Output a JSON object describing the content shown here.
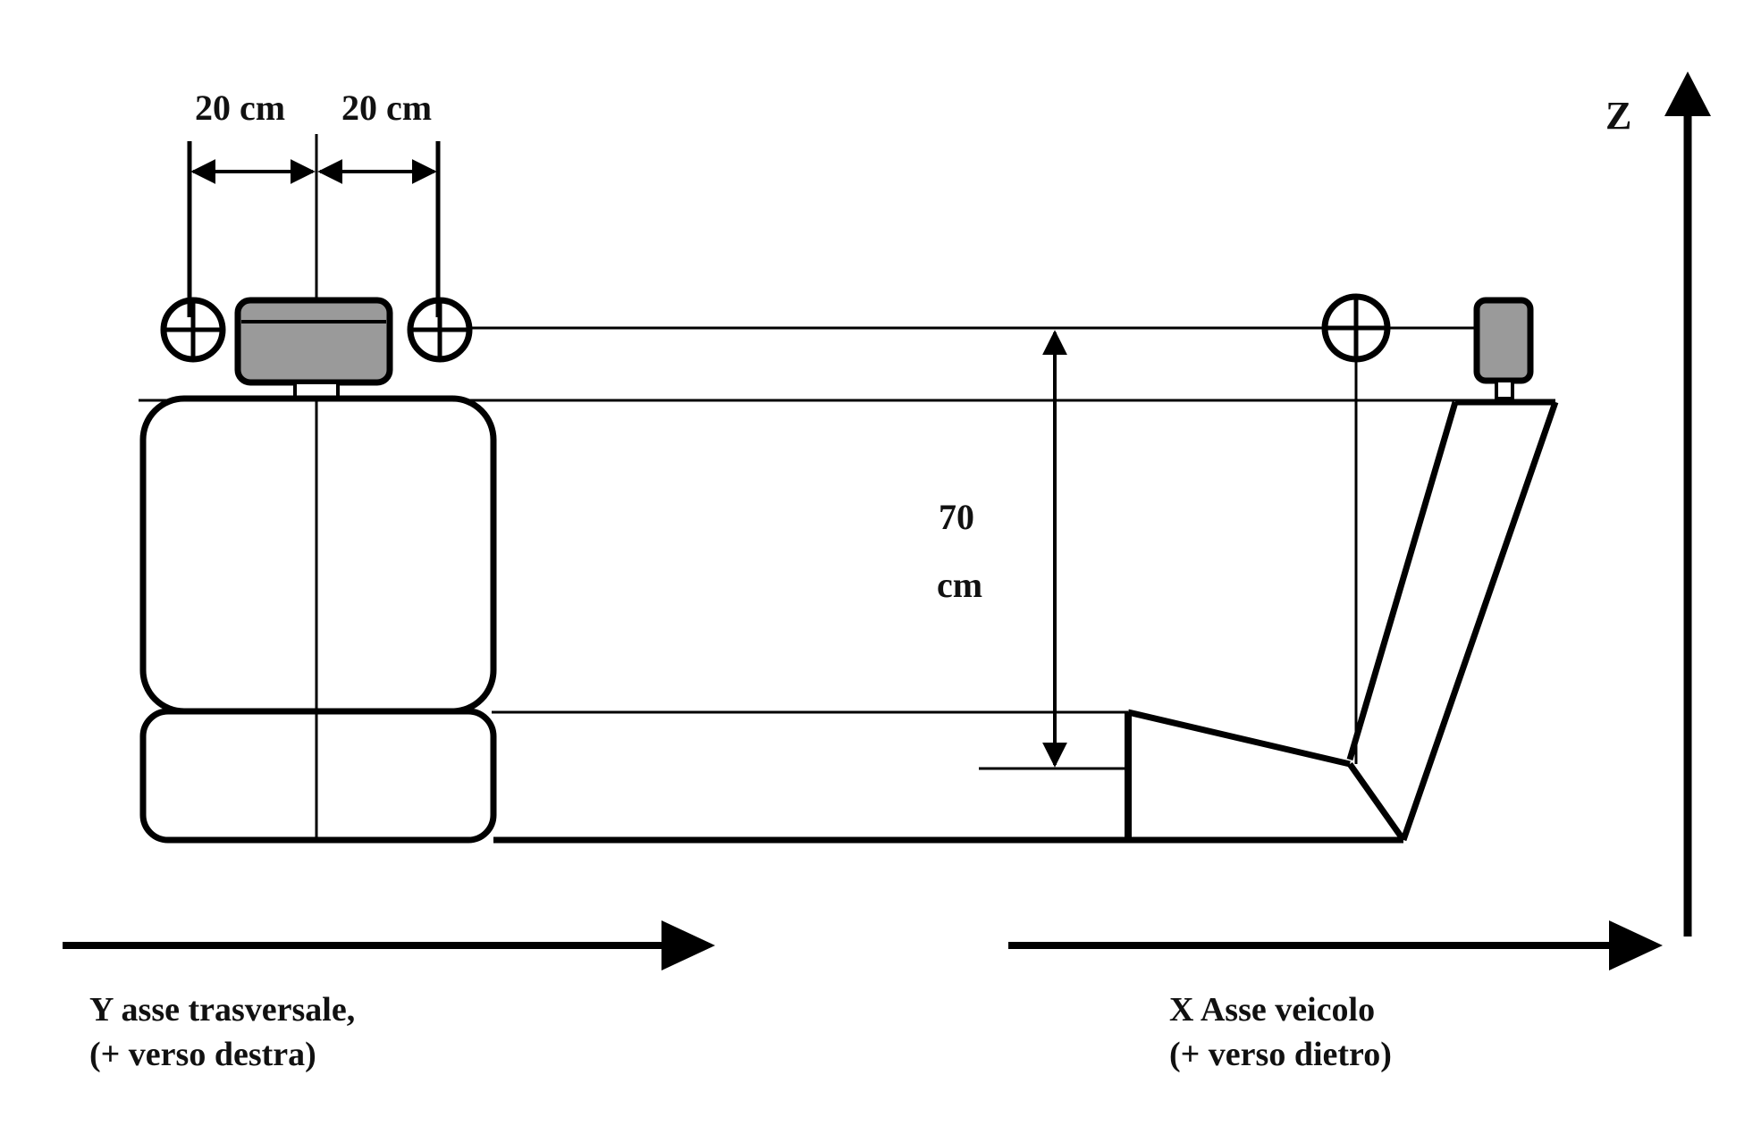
{
  "labels": {
    "dim_left": "20 cm",
    "dim_right": "20 cm",
    "height_value": "70",
    "height_unit": "cm",
    "axis_z": "Z",
    "axis_y_line1": "Y asse trasversale,",
    "axis_y_line2": "(+ verso destra)",
    "axis_x_line1": "X Asse veicolo",
    "axis_x_line2": "(+ verso dietro)"
  },
  "colors": {
    "stroke": "#000000",
    "fill_gray": "#9a9a9a",
    "background": "#ffffff"
  }
}
